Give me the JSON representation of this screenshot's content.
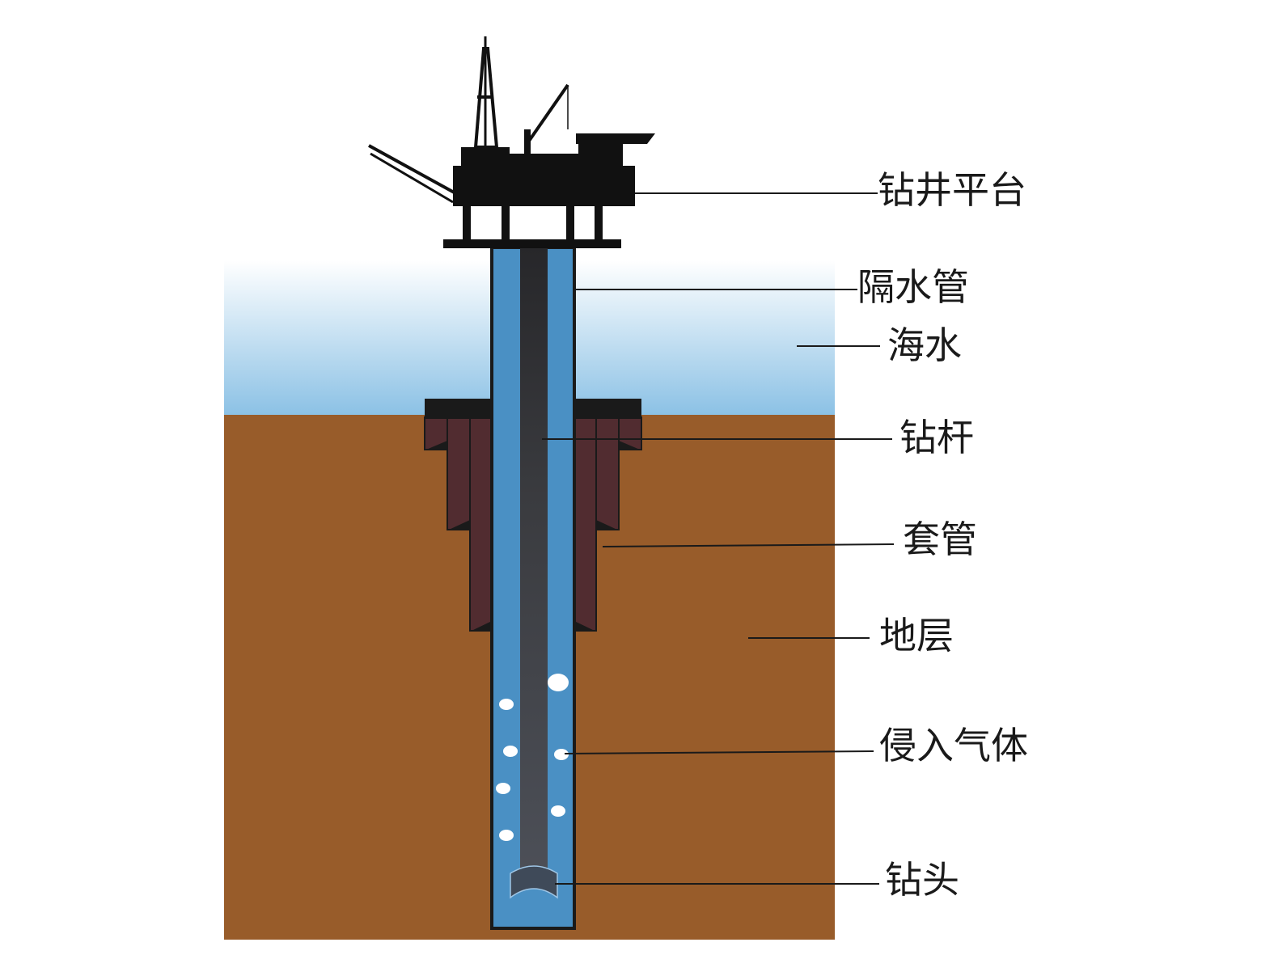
{
  "labels": {
    "platform": "钻井平台",
    "riser": "隔水管",
    "seawater": "海水",
    "drill_pipe": "钻杆",
    "casing": "套管",
    "formation": "地层",
    "gas_influx": "侵入气体",
    "drill_bit": "钻头"
  },
  "colors": {
    "sea_top": "#ffffff",
    "sea_bottom": "#8bc1e5",
    "formation": "#985c2a",
    "casing": "#512c30",
    "well_fluid": "#4a90c4",
    "drill_pipe": "#2b2b2e",
    "outline": "#1a1a1a"
  }
}
